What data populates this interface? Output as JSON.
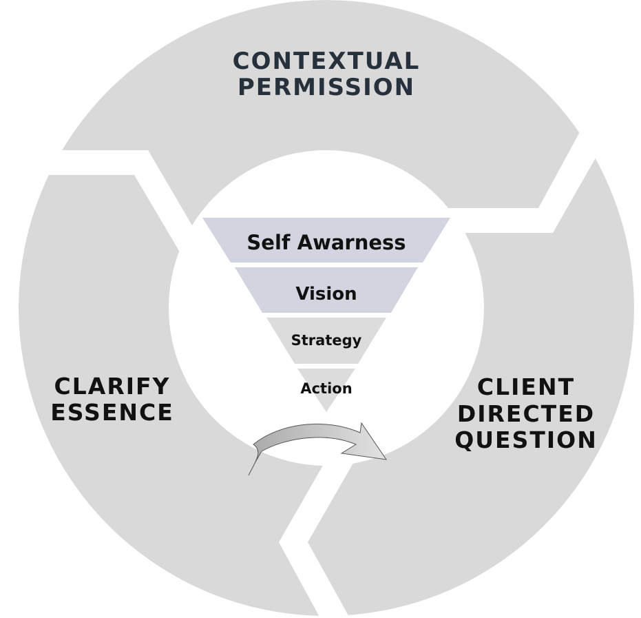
{
  "title": "Coaching Cycle Diagram",
  "colors": {
    "ring": "#d9d9d9",
    "background": "#ffffff",
    "funnel_upper": "#d2d5df",
    "funnel_lower": "#dcdcdc",
    "label_top": "#27313b",
    "label_sides": "#111111",
    "arrow_fill_start": "#a9a9a9",
    "arrow_fill_end": "#dedede",
    "arrow_stroke": "#555555"
  },
  "ring_segments": [
    {
      "id": "top",
      "label_lines": [
        "CONTEXTUAL",
        "PERMISSION"
      ]
    },
    {
      "id": "left",
      "label_lines": [
        "CLARIFY",
        "ESSENCE"
      ]
    },
    {
      "id": "right",
      "label_lines": [
        "CLIENT",
        "DIRECTED",
        "QUESTION"
      ]
    }
  ],
  "funnel": {
    "layers": [
      {
        "label": "Self Awarness",
        "tone": "upper"
      },
      {
        "label": "Vision",
        "tone": "upper"
      },
      {
        "label": "Strategy",
        "tone": "lower"
      },
      {
        "label": "Action",
        "tone": "lower"
      }
    ]
  },
  "arrow": {
    "icon": "curved-arrow-right-icon",
    "direction": "left-to-right"
  }
}
